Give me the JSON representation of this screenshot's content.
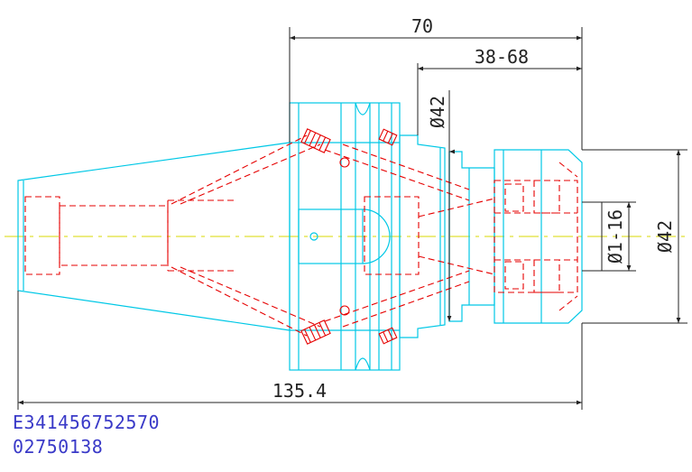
{
  "dimensions": {
    "overall_length": "135.4",
    "flange_to_nose": "70",
    "gauge_range": "38-68",
    "flange_diameter": "Ø42",
    "nut_diameter": "Ø42",
    "clamp_range": "Ø1-16"
  },
  "part_codes": [
    "E341456752570",
    "02750138"
  ],
  "colors": {
    "outline": "#00c8e6",
    "hidden": "#e60000",
    "centerline": "#d8d800",
    "dimension": "#222222",
    "part_code": "#3a3ac8"
  }
}
